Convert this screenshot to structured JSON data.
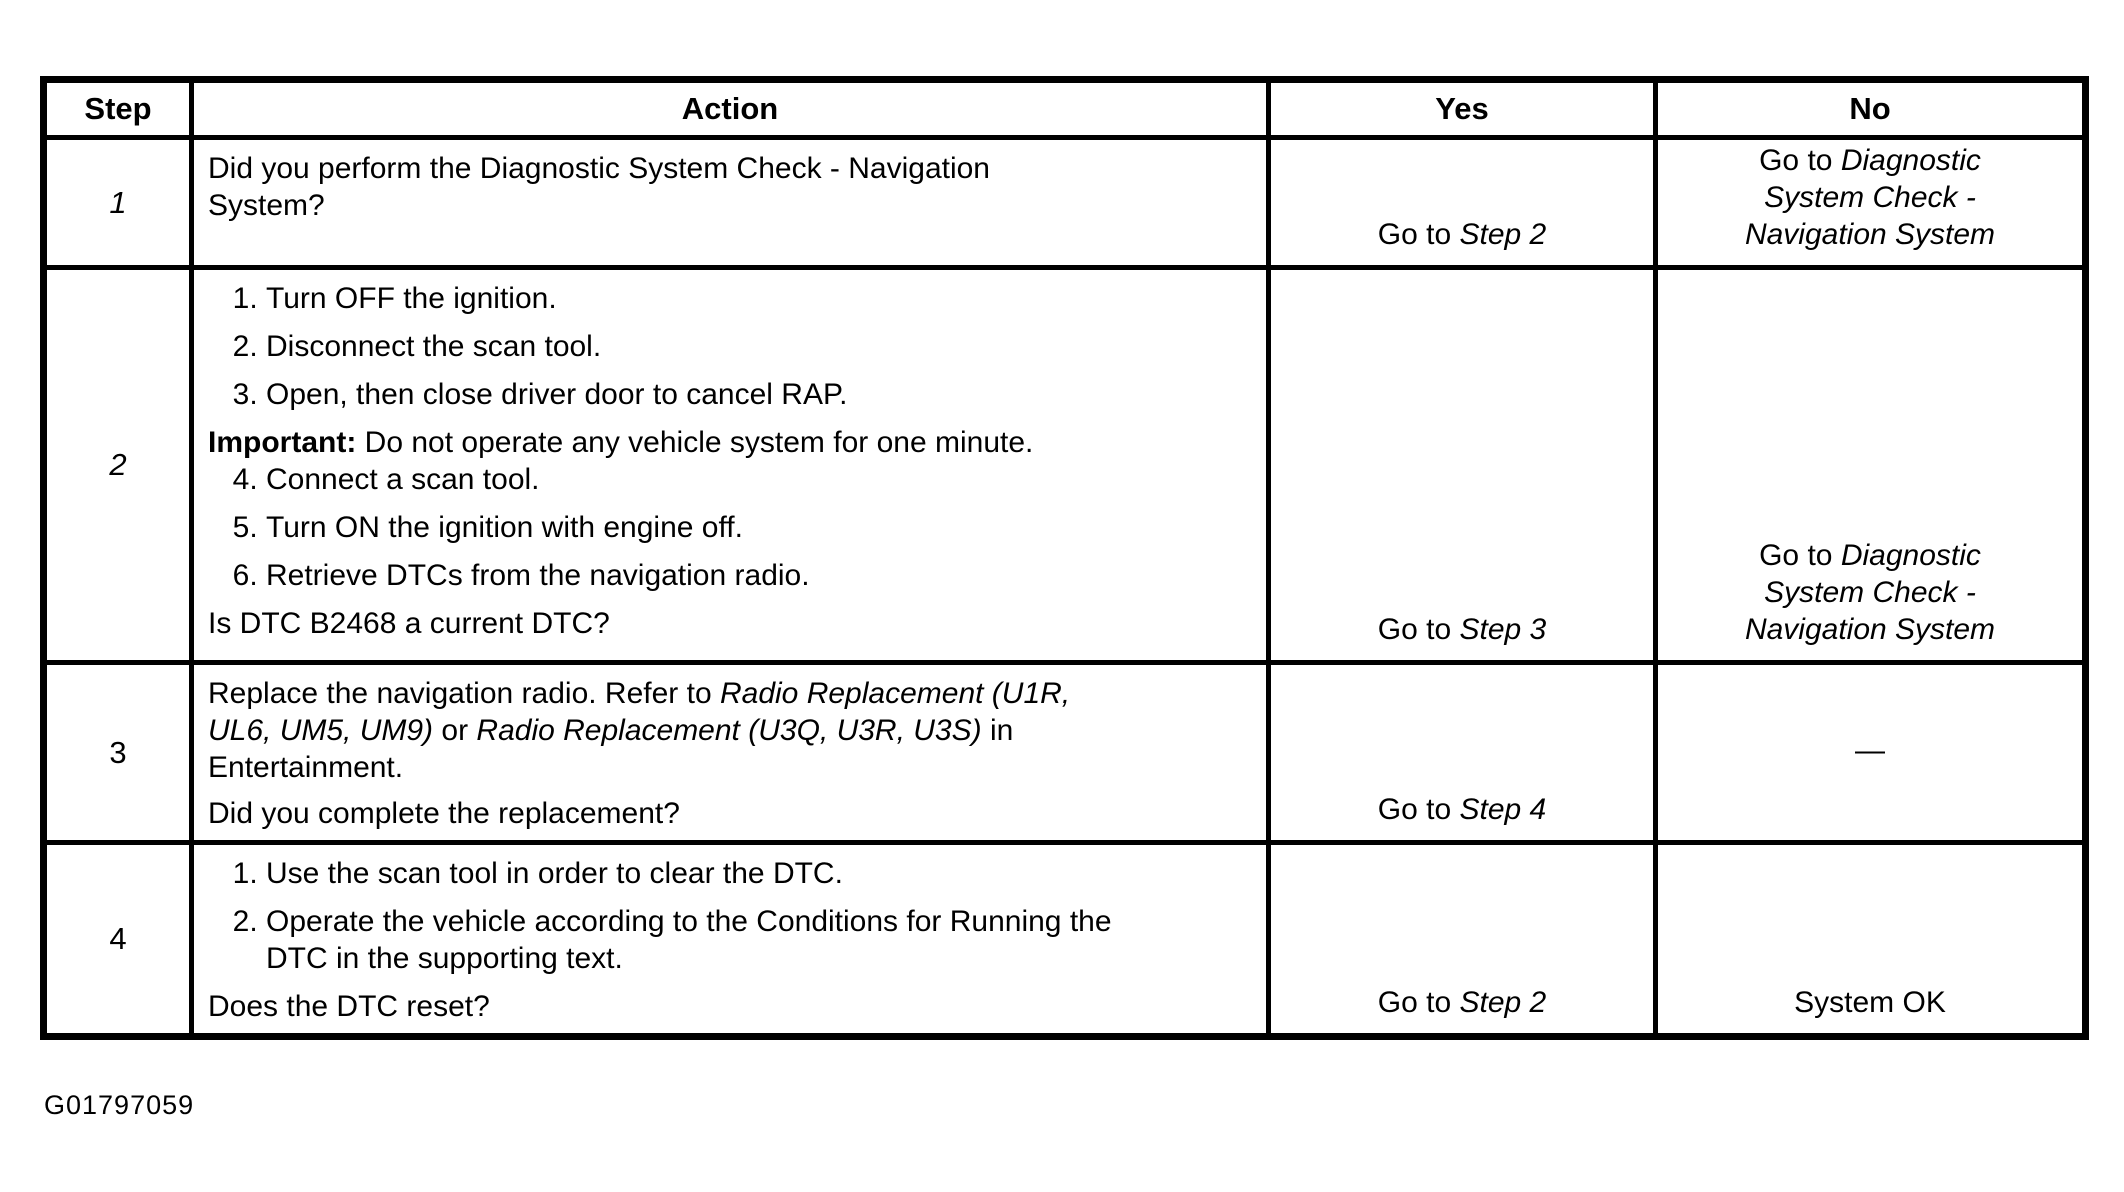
{
  "page": {
    "figure_id": "G01797059"
  },
  "table": {
    "headers": {
      "step": "Step",
      "action": "Action",
      "yes": "Yes",
      "no": "No"
    },
    "rows": [
      {
        "step": "1",
        "question": "Did you perform the Diagnostic System Check - Navigation System?",
        "yes": {
          "prefix": "Go to ",
          "target": "Step 2"
        },
        "no": {
          "prefix": "Go to ",
          "target": "Diagnostic System Check - Navigation System"
        }
      },
      {
        "step": "2",
        "steps_a": [
          "Turn OFF the ignition.",
          "Disconnect the scan tool.",
          "Open, then close driver door to cancel RAP."
        ],
        "important_label": "Important:",
        "important_text": "Do not operate any vehicle system for one minute.",
        "steps_b": [
          "Connect a scan tool.",
          "Turn ON the ignition with engine off.",
          "Retrieve DTCs from the navigation radio."
        ],
        "question": "Is DTC B2468 a current DTC?",
        "yes": {
          "prefix": "Go to ",
          "target": "Step 3"
        },
        "no": {
          "prefix": "Go to ",
          "target": "Diagnostic System Check - Navigation System"
        }
      },
      {
        "step": "3",
        "paragraph": {
          "r1": "Replace the navigation radio. Refer to ",
          "r2": "Radio Replacement (U1R, UL6, UM5, UM9)",
          "r3": " or ",
          "r4": "Radio Replacement (U3Q, U3R, U3S)",
          "r5": " in Entertainment."
        },
        "question": "Did you complete the replacement?",
        "yes": {
          "prefix": "Go to ",
          "target": "Step 4"
        },
        "no_dash": "—"
      },
      {
        "step": "4",
        "steps": [
          "Use the scan tool in order to clear the DTC.",
          "Operate the vehicle according to the Conditions for Running the DTC in the supporting text."
        ],
        "question": "Does the DTC reset?",
        "yes": {
          "prefix": "Go to ",
          "target": "Step 2"
        },
        "no": "System OK"
      }
    ]
  }
}
